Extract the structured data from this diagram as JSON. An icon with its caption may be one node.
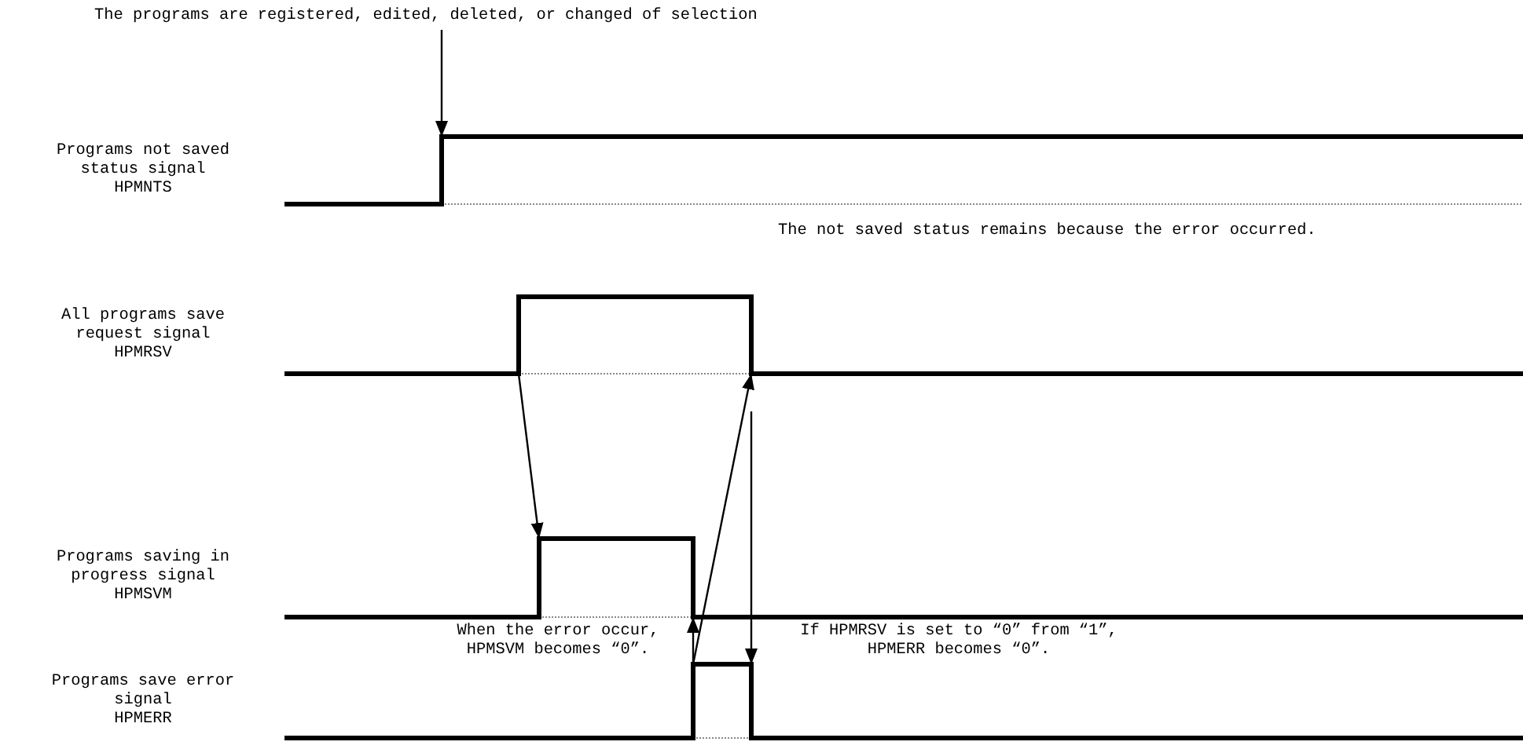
{
  "diagram": {
    "nodes": [
      {
        "text": [
          "The programs are registered, edited, deleted, or changed of selection"
        ]
      },
      {
        "text": [
          "Programs not saved status signal",
          "HPMNTS"
        ]
      },
      {
        "text": [
          "All programs save request signal",
          "HPMRSV"
        ]
      },
      {
        "text": [
          "Programs saving in progress signal",
          "HPMSVM"
        ]
      },
      {
        "text": [
          "Programs save error signal",
          "HPMERR"
        ]
      }
    ],
    "edges": [
      {
        "from": 0,
        "to": 1,
        "arrow": "to"
      },
      {
        "from": 2,
        "to": 3,
        "arrow": "to"
      },
      {
        "from": 4,
        "to": 3,
        "arrow": "to"
      },
      {
        "from": 4,
        "to": 2,
        "arrow": "to"
      },
      {
        "from": 2,
        "to": 4,
        "arrow": "to"
      }
    ],
    "labels": [
      "The not saved status remains because the error occurred.",
      "When the error occur, HPMSVM becomes “0”.",
      "If HPMRSV is set to “0” from “1”, HPMERR becomes “0”."
    ]
  }
}
